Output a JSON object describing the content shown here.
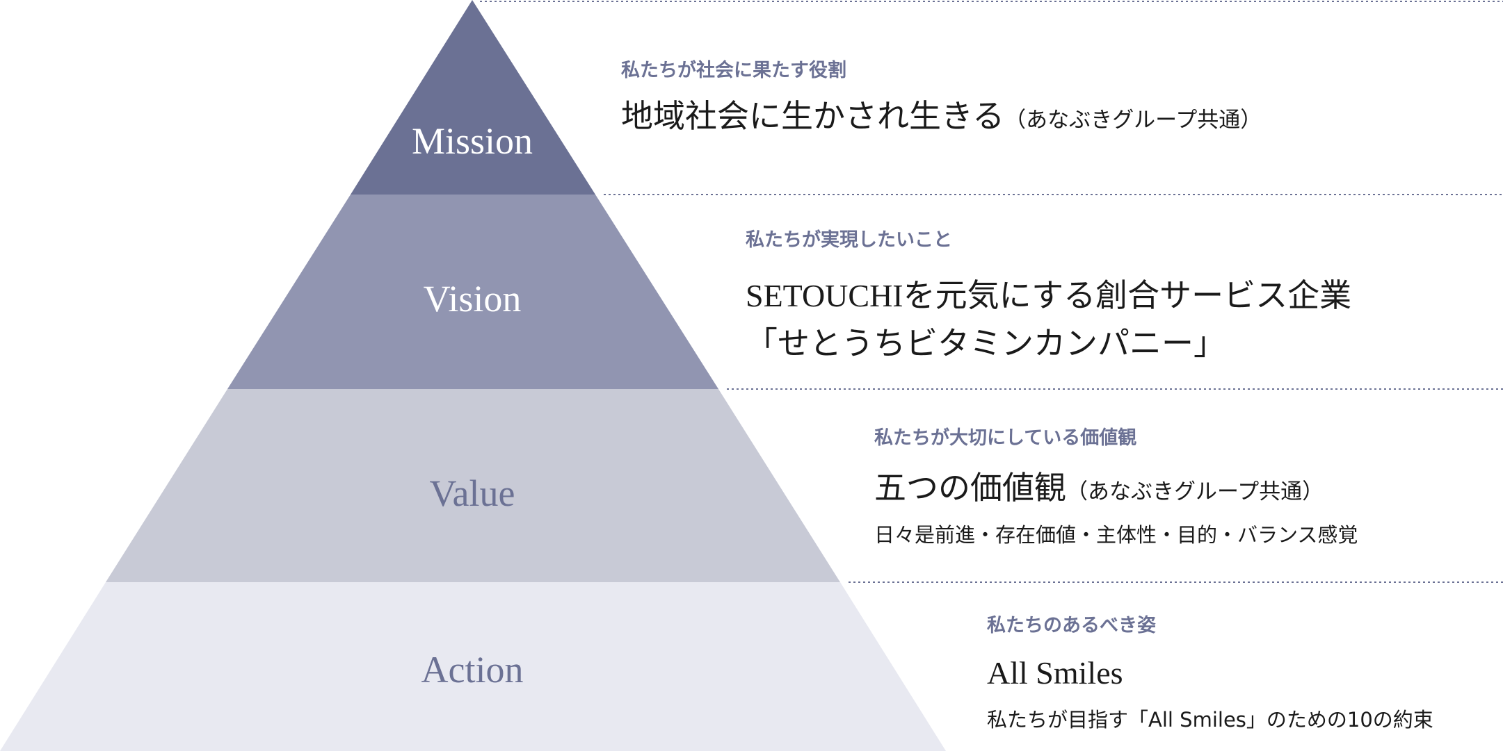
{
  "colors": {
    "mission": "#6b7194",
    "vision": "#9195b1",
    "value": "#c8cad6",
    "action": "#e8e9f1",
    "accent": "#6b7194"
  },
  "tiers": [
    {
      "label": "Mission",
      "subtitle": "私たちが社会に果たす役割",
      "main": "地域社会に生かされ生きる",
      "note": "（あなぶきグループ共通）"
    },
    {
      "label": "Vision",
      "subtitle": "私たちが実現したいこと",
      "main": "SETOUCHIを元気にする創合サービス企業",
      "main2": "「せとうちビタミンカンパニー」"
    },
    {
      "label": "Value",
      "subtitle": "私たちが大切にしている価値観",
      "main": "五つの価値観",
      "note": "（あなぶきグループ共通）",
      "detail": "日々是前進・存在価値・主体性・目的・バランス感覚"
    },
    {
      "label": "Action",
      "subtitle": "私たちのあるべき姿",
      "main": "All Smiles",
      "detail": "私たちが目指す「All Smiles」のための10の約束"
    }
  ]
}
